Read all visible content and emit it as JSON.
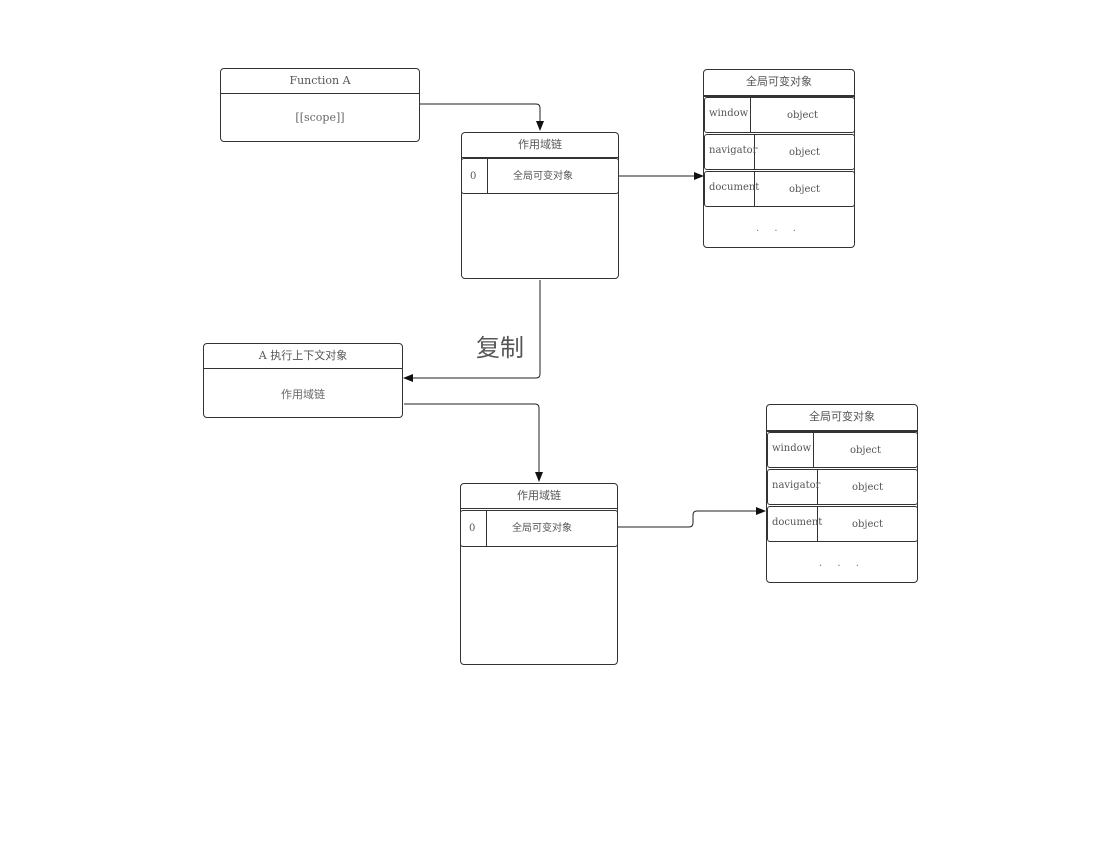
{
  "function_a": {
    "title": "Function A",
    "scope": "[[scope]]"
  },
  "scope_chain_1": {
    "title": "作用域链",
    "index": "0",
    "entry": "全局可变对象"
  },
  "global_object_1": {
    "title": "全局可变对象",
    "rows": [
      {
        "key": "window",
        "value": "object"
      },
      {
        "key": "navigator",
        "value": "object"
      },
      {
        "key": "document",
        "value": "object"
      }
    ],
    "ellipsis": "· · ·"
  },
  "copy_label": "复制",
  "exec_context": {
    "title": "A 执行上下文对象",
    "body": "作用域链"
  },
  "scope_chain_2": {
    "title": "作用域链",
    "index": "0",
    "entry": "全局可变对象"
  },
  "global_object_2": {
    "title": "全局可变对象",
    "rows": [
      {
        "key": "window",
        "value": "object"
      },
      {
        "key": "navigator",
        "value": "object"
      },
      {
        "key": "document",
        "value": "object"
      }
    ],
    "ellipsis": "· · ·"
  }
}
